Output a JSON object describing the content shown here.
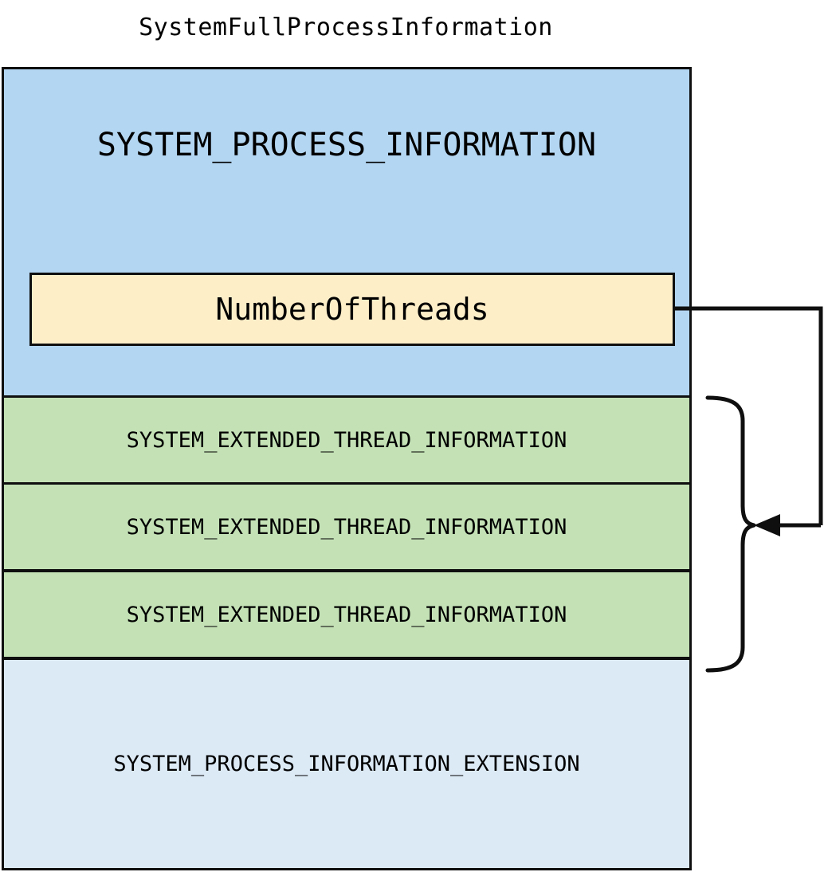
{
  "diagram": {
    "title": "SystemFullProcessInformation",
    "type": "memory-layout-diagram",
    "bands": [
      {
        "id": "process-info",
        "label": "SYSTEM_PROCESS_INFORMATION",
        "color": "#b3d6f2",
        "fields": [
          {
            "id": "number-of-threads",
            "label": "NumberOfThreads",
            "color": "#fdeec8"
          }
        ]
      },
      {
        "id": "thread-0",
        "label": "SYSTEM_EXTENDED_THREAD_INFORMATION",
        "color": "#c3e1b5"
      },
      {
        "id": "thread-1",
        "label": "SYSTEM_EXTENDED_THREAD_INFORMATION",
        "color": "#c3e1b5"
      },
      {
        "id": "thread-2",
        "label": "SYSTEM_EXTENDED_THREAD_INFORMATION",
        "color": "#c3e1b5"
      },
      {
        "id": "extension",
        "label": "SYSTEM_PROCESS_INFORMATION_EXTENSION",
        "color": "#dceaf6"
      }
    ],
    "connector": {
      "id": "threads-count-connector",
      "from": "number-of-threads",
      "to": "thread-array-brace",
      "arrow_direction": "left",
      "stroke": "#0f0f0f"
    },
    "border_color": "#0f0f0f"
  }
}
